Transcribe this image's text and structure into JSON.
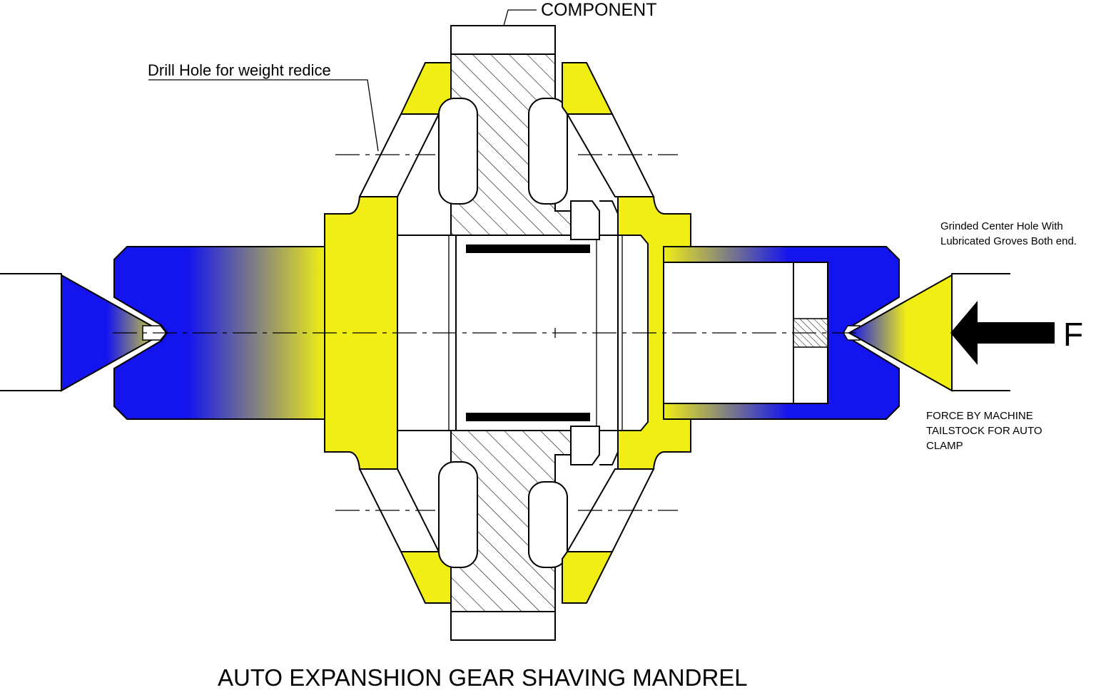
{
  "labels": {
    "component": "COMPONENT",
    "drill_hole": "Drill Hole for weight redice",
    "center_hole_line1": "Grinded Center Hole With",
    "center_hole_line2": "Lubricated Groves Both end.",
    "force_line1": "FORCE BY MACHINE",
    "force_line2": "TAILSTOCK FOR AUTO",
    "force_line3": "CLAMP",
    "force_symbol": "F",
    "title": "AUTO EXPANSHION GEAR SHAVING MANDREL"
  },
  "colors": {
    "blue": "#1414ee",
    "yellow": "#f0ee14",
    "outline": "#000000",
    "background": "#ffffff"
  },
  "icons": {
    "force_arrow": "arrow-left-icon"
  }
}
